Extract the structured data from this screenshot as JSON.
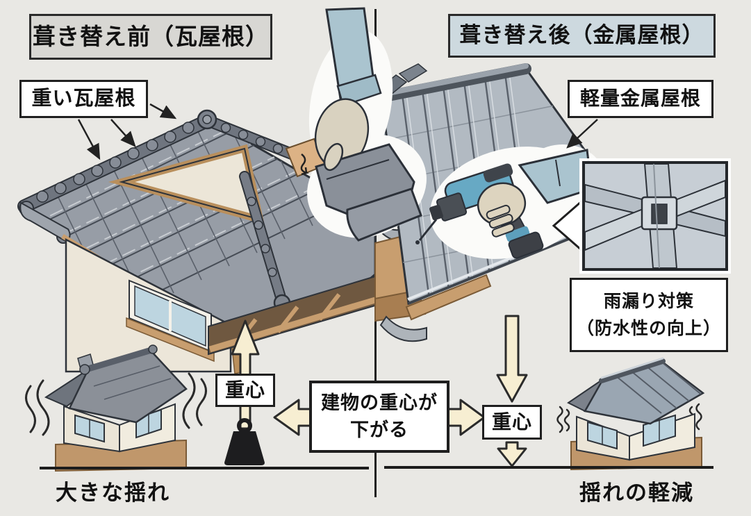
{
  "figure": {
    "type": "before-after roofing infographic",
    "before_panel": {
      "title": "葺き替え前（瓦屋根）",
      "roof_label": "重い瓦屋根",
      "cog_label": "重心",
      "ground_label": "大きな揺れ"
    },
    "after_panel": {
      "title": "葺き替え後（金属屋根）",
      "roof_label": "軽量金属屋根",
      "detail_caption_line1": "雨漏り対策",
      "detail_caption_line2": "（防水性の向上）",
      "cog_label": "重心",
      "ground_label": "揺れの軽減"
    },
    "center_note": {
      "line1": "建物の重心が",
      "line2": "下がる"
    },
    "icons": {
      "weight_icon": "kettlebell weight marking center of gravity",
      "up_arrow": "cream arrow pointing up (high center of gravity)",
      "down_arrow": "cream arrow pointing down (lowered center of gravity)",
      "hand_with_tile_icon": "gloved hand lifting a roof tile",
      "hand_with_drill_icon": "hand fastening metal roof with cordless drill",
      "seam_detail_inset": "interlocked standing-seam joint close-up",
      "shaking_house_before": "house shaking strongly",
      "shaking_house_after": "house shaking slightly"
    },
    "colors": {
      "background": "#e9e8e4",
      "title_before_bg": "#d8d7d3",
      "title_after_bg": "#cdd9df",
      "callout_bg": "#ffffff",
      "outline": "#1f1f1f",
      "arrow_fill": "#f7eed2",
      "tile_roof": "#959ba4",
      "metal_roof": "#b2bac2",
      "wood": "#c89e6f",
      "wall": "#ece6d9",
      "window": "#bdd5e0",
      "sleeve": "#aac4cf",
      "drill_body": "#67a9c4",
      "weight": "#1d1d1f"
    }
  }
}
